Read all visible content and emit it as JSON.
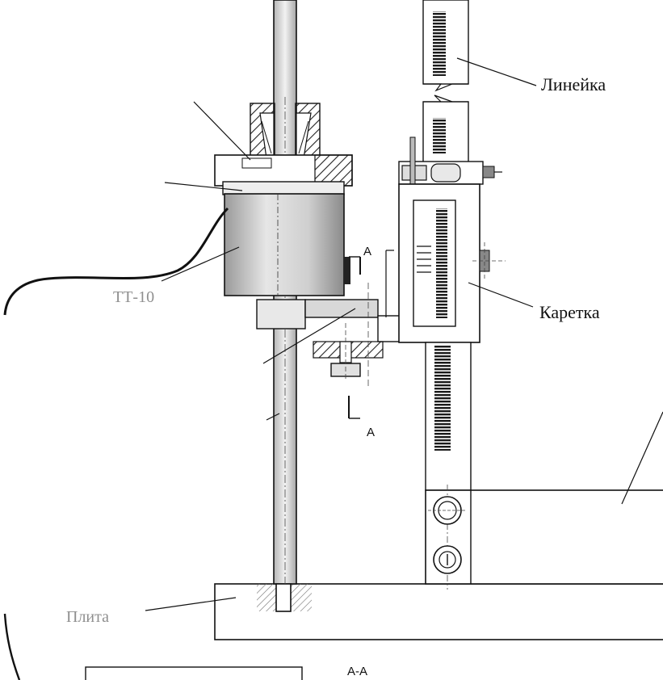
{
  "labels": {
    "lineyka": "Линейка",
    "karetka": "Каретка",
    "section_a_top": "A",
    "section_a_bottom": "A",
    "section_aa": "A-A",
    "plita": "Плита",
    "partial_pt": "ТТ-10"
  },
  "colors": {
    "line": "#111111",
    "hatch": "#222222",
    "body_fill": "#c8c8c8",
    "scale_dark": "#1a1a1a"
  }
}
